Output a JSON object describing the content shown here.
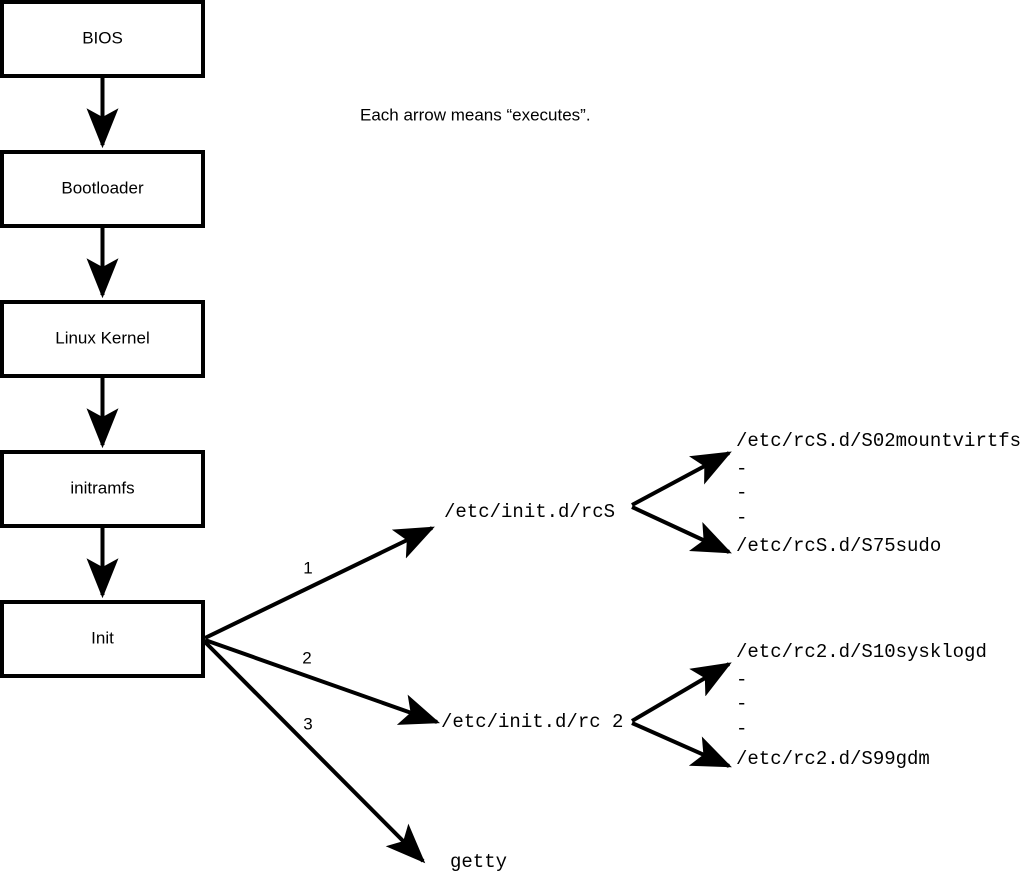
{
  "diagram": {
    "title": "Linux boot process flowchart",
    "caption": "Each arrow means “executes”.",
    "colors": {
      "stroke": "#000000",
      "box_fill": "#ffffff",
      "background": "#ffffff",
      "text": "#000000"
    },
    "boxes": [
      {
        "id": "bios",
        "label": "BIOS"
      },
      {
        "id": "bootloader",
        "label": "Bootloader"
      },
      {
        "id": "kernel",
        "label": "Linux Kernel"
      },
      {
        "id": "initramfs",
        "label": "initramfs"
      },
      {
        "id": "init",
        "label": "Init"
      }
    ],
    "chain_arrows": [
      {
        "id": "bios-to-bootloader",
        "from": "BIOS",
        "to": "Bootloader"
      },
      {
        "id": "bootloader-to-kernel",
        "from": "Bootloader",
        "to": "Linux Kernel"
      },
      {
        "id": "kernel-to-initramfs",
        "from": "Linux Kernel",
        "to": "initramfs"
      },
      {
        "id": "initramfs-to-init",
        "from": "initramfs",
        "to": "Init"
      }
    ],
    "init_branches": [
      {
        "id": "branch-1",
        "number": "1",
        "target": "/etc/init.d/rcS"
      },
      {
        "id": "branch-2",
        "number": "2",
        "target": "/etc/init.d/rc 2"
      },
      {
        "id": "branch-3",
        "number": "3",
        "target": "getty"
      }
    ],
    "rcs_group": {
      "source": "/etc/init.d/rcS",
      "first": "/etc/rcS.d/S02mountvirtfs",
      "last": "/etc/rcS.d/S75sudo",
      "ellipsis": [
        "-",
        "-",
        "-"
      ]
    },
    "rc2_group": {
      "source": "/etc/init.d/rc 2",
      "first": "/etc/rc2.d/S10sysklogd",
      "last": "/etc/rc2.d/S99gdm",
      "ellipsis": [
        "-",
        "-",
        "-"
      ]
    },
    "getty": {
      "label": "getty"
    }
  }
}
